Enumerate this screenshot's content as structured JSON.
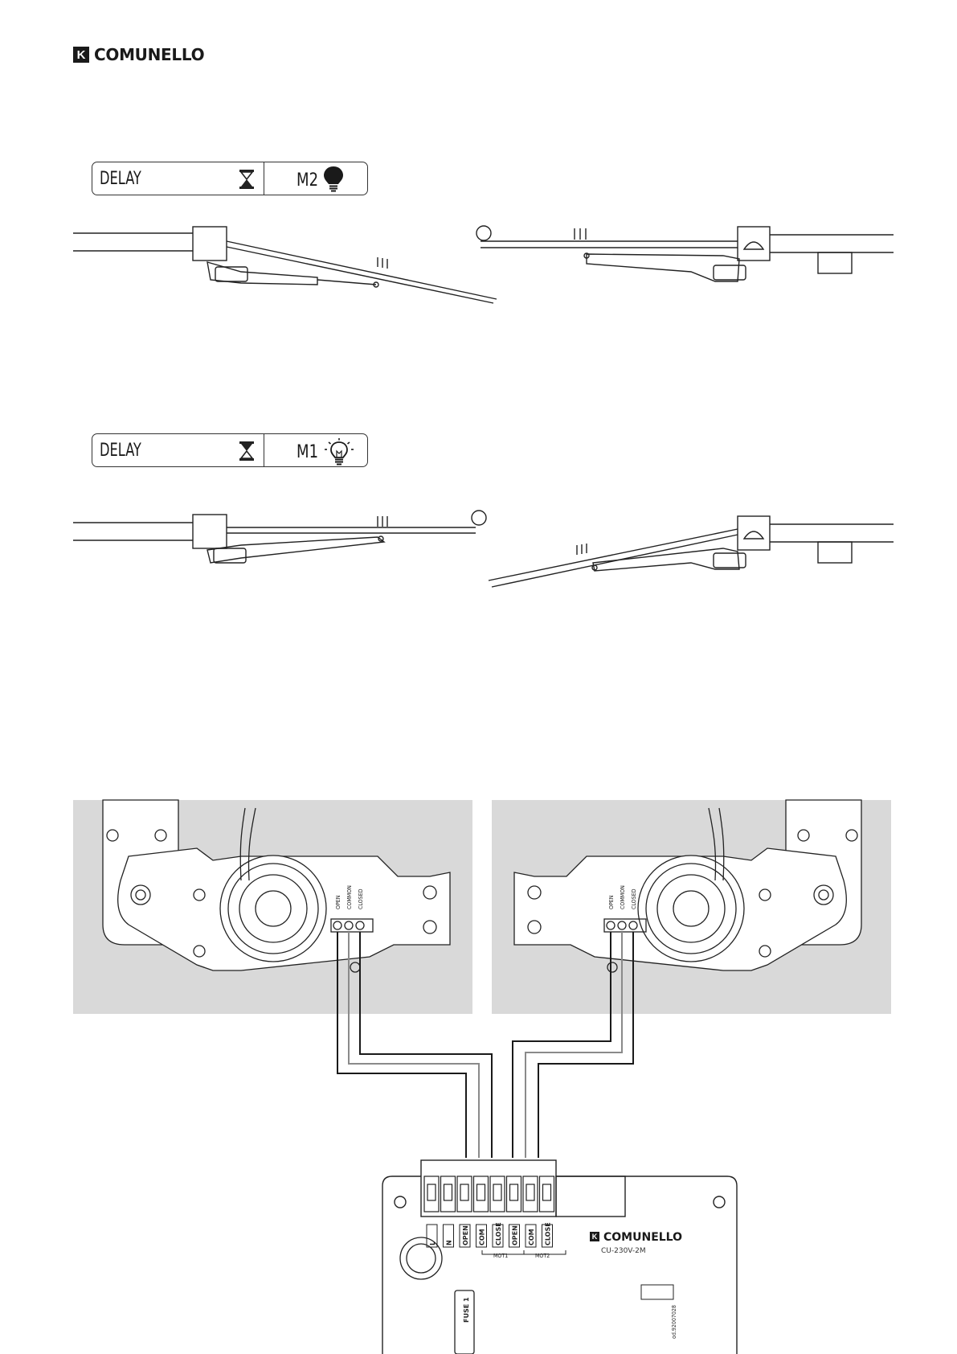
{
  "brand": {
    "name": "COMUNELLO",
    "mark": "K"
  },
  "settings": [
    {
      "label": "DELAY",
      "motor": "M2",
      "icon": "bulb-filled-icon"
    },
    {
      "label": "DELAY",
      "motor": "M1",
      "icon": "bulb-outline-icon"
    }
  ],
  "terminals": {
    "motor_left": [
      "OPEN",
      "COMMON",
      "CLOSED"
    ],
    "motor_right": [
      "OPEN",
      "COMMON",
      "CLOSED"
    ],
    "board": [
      "L",
      "N",
      "OPEN",
      "COM",
      "CLOSE",
      "OPEN",
      "COM",
      "CLOSE"
    ],
    "groups": [
      "MOT1",
      "MOT2"
    ],
    "fuse": "FUSE 1"
  },
  "board": {
    "model": "CU-230V-2M",
    "code": "od.92007028",
    "brand": "COMUNELLO"
  },
  "colors": {
    "line": "#222222",
    "panel": "#d9d9d9",
    "wire_dark": "#1a1a1a",
    "wire_light": "#8a8a8a"
  }
}
